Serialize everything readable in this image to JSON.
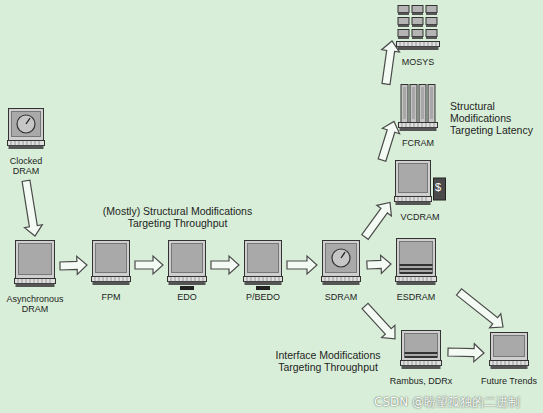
{
  "diagram": {
    "nodes": [
      {
        "text": [
          "Clocked DRAM"
        ]
      },
      {
        "text": [
          "Asynchronous DRAM"
        ]
      },
      {
        "text": [
          "FPM"
        ]
      },
      {
        "text": [
          "EDO"
        ]
      },
      {
        "text": [
          "P/BEDO"
        ]
      },
      {
        "text": [
          "SDRAM"
        ]
      },
      {
        "text": [
          "ESDRAM"
        ]
      },
      {
        "text": [
          "VCDRAM"
        ]
      },
      {
        "text": [
          "FCRAM"
        ]
      },
      {
        "text": [
          "MOSYS"
        ]
      },
      {
        "text": [
          "Rambus, DDRx"
        ]
      },
      {
        "text": [
          "Future Trends"
        ]
      }
    ],
    "edges": [
      {
        "from": 0,
        "to": 1,
        "arrow": "to"
      },
      {
        "from": 1,
        "to": 2,
        "arrow": "to"
      },
      {
        "from": 2,
        "to": 3,
        "arrow": "to"
      },
      {
        "from": 3,
        "to": 4,
        "arrow": "to"
      },
      {
        "from": 4,
        "to": 5,
        "arrow": "to"
      },
      {
        "from": 5,
        "to": 6,
        "arrow": "to"
      },
      {
        "from": 5,
        "to": 7,
        "arrow": "to"
      },
      {
        "from": 7,
        "to": 8,
        "arrow": "to"
      },
      {
        "from": 8,
        "to": 9,
        "arrow": "to"
      },
      {
        "from": 5,
        "to": 10,
        "arrow": "to"
      },
      {
        "from": 10,
        "to": 11,
        "arrow": "to"
      },
      {
        "from": 6,
        "to": 11,
        "arrow": "to"
      }
    ],
    "labels": [
      "(Mostly) Structural Modifications Targeting Throughput",
      "Structural Modifications Targeting Latency",
      "$",
      "Interface Modifications Targeting Throughput",
      "CSDN @盼望孤独的二进制"
    ]
  }
}
